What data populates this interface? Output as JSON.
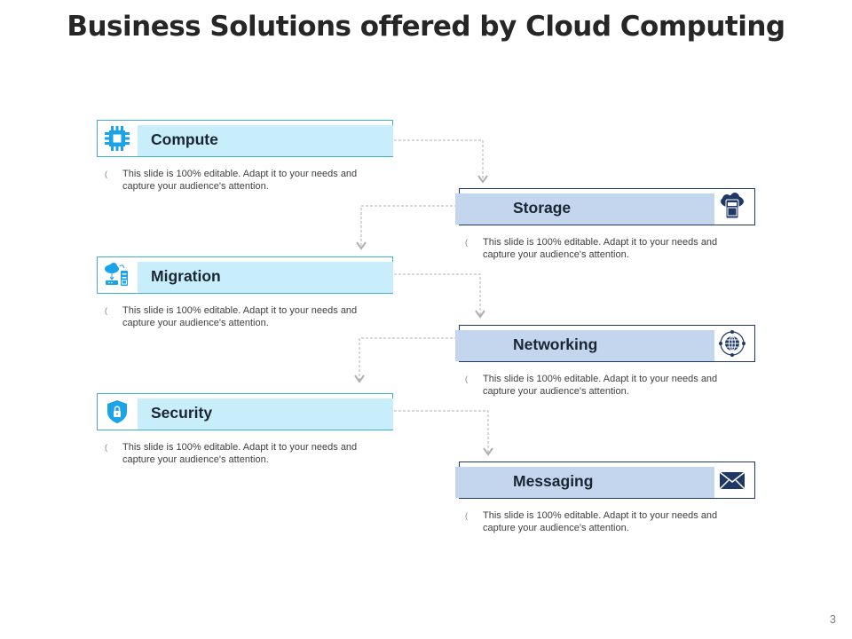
{
  "title": "Business Solutions offered by Cloud Computing",
  "page_number": "3",
  "colors": {
    "left_border": "#3bb3cf",
    "left_band": "#c9eefb",
    "left_icon": "#1aa3e8",
    "right_border": "#1f3864",
    "right_band": "#c4d6ee",
    "right_icon": "#1f3864",
    "connector": "#b0b0b0"
  },
  "items": [
    {
      "label": "Compute",
      "icon": "cpu-chip-icon",
      "side": "left",
      "bullet": "(",
      "description": "This slide is 100% editable. Adapt it to your needs and capture your audience's attention."
    },
    {
      "label": "Storage",
      "icon": "cloud-storage-icon",
      "side": "right",
      "bullet": "(",
      "description": "This slide is 100% editable. Adapt it to your needs and capture your audience's attention."
    },
    {
      "label": "Migration",
      "icon": "cloud-migration-icon",
      "side": "left",
      "bullet": "(",
      "description": "This slide is 100% editable. Adapt it to your needs and capture your audience's attention."
    },
    {
      "label": "Networking",
      "icon": "globe-network-icon",
      "side": "right",
      "bullet": "(",
      "description": "This slide is 100% editable. Adapt it to your needs and capture your audience's attention."
    },
    {
      "label": "Security",
      "icon": "shield-lock-icon",
      "side": "left",
      "bullet": "(",
      "description": "This slide is 100% editable. Adapt it to your needs and capture your audience's attention."
    },
    {
      "label": "Messaging",
      "icon": "envelope-icon",
      "side": "right",
      "bullet": "(",
      "description": "This slide is 100% editable. Adapt it to your needs and capture your audience's attention."
    }
  ]
}
